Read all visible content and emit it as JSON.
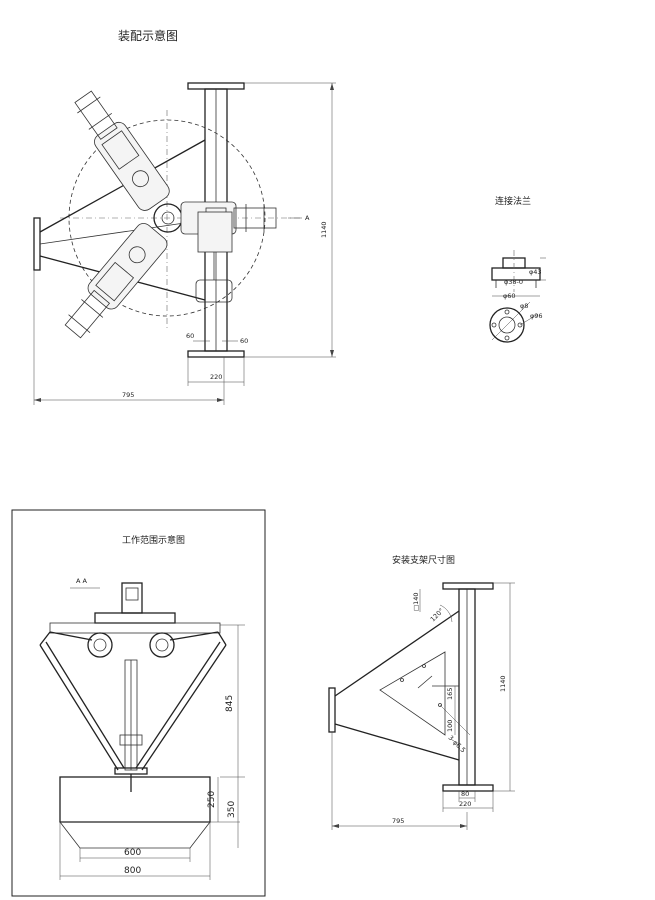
{
  "assembly": {
    "title": "装配示意图",
    "label_a": "A",
    "dims": {
      "overall_height": "1140",
      "overall_width": "795",
      "base_width": "220",
      "offset_left": "60",
      "offset_right": "60"
    }
  },
  "flange": {
    "title": "连接法兰",
    "dims": {
      "d_small": "φ43",
      "d_bore": "φ38-0",
      "width": "φ60",
      "d_diag": "φ96",
      "d_hole": "φ8"
    }
  },
  "working": {
    "title": "工作范围示意图",
    "section_label": "A A",
    "dims": {
      "reach": "845",
      "depth_inner": "250",
      "depth_outer": "350",
      "inner_width": "600",
      "outer_width": "800"
    }
  },
  "support": {
    "title": "安装支架尺寸图",
    "dims": {
      "flange_top": "□140",
      "angle": "120°",
      "height": "1140",
      "d1": "165",
      "d2": "100",
      "holes": "3-φ6.5",
      "base_inner": "80",
      "base_outer": "220",
      "width": "795"
    }
  }
}
